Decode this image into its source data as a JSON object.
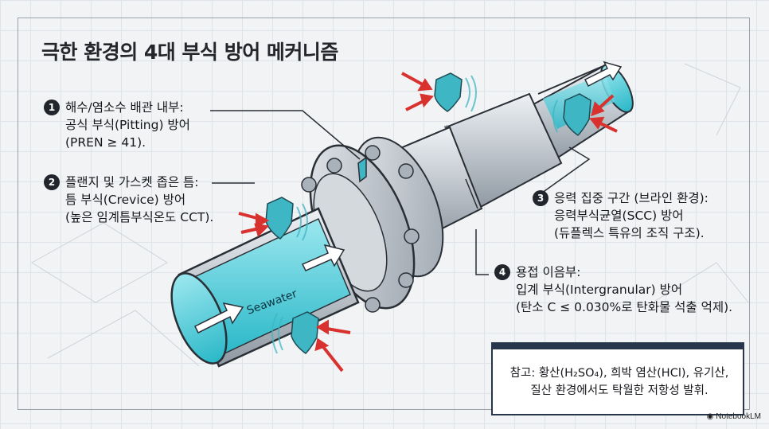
{
  "title": "극한 환경의 4대 부식 방어 메커니즘",
  "callouts": [
    {
      "num": "1",
      "lines": [
        "해수/염소수 배관 내부:",
        "공식 부식(Pitting) 방어",
        "(PREN ≥ 41)."
      ]
    },
    {
      "num": "2",
      "lines": [
        "플랜지 및 가스켓 좁은 틈:",
        "틈 부식(Crevice) 방어",
        "(높은 임계틈부식온도 CCT)."
      ]
    },
    {
      "num": "3",
      "lines": [
        "응력 집중 구간 (브라인 환경):",
        "응력부식균열(SCC) 방어",
        "(듀플렉스 특유의 조직 구조)."
      ]
    },
    {
      "num": "4",
      "lines": [
        "용접 이음부:",
        "입계 부식(Intergranular) 방어",
        "(탄소 C ≤ 0.030%로 탄화물 석출 억제)."
      ]
    }
  ],
  "flow_label": "Seawater",
  "note": {
    "line1": "참고: 황산(H₂SO₄), 희박 염산(HCl), 유기산,",
    "line2": "질산 환경에서도 탁월한 저항성 발휘."
  },
  "brand": "NotebookLM",
  "colors": {
    "shield": "#3fb6c3",
    "arrow": "#d8312e",
    "water": "#5fd3e0",
    "pipe": "#c9cfd5"
  }
}
